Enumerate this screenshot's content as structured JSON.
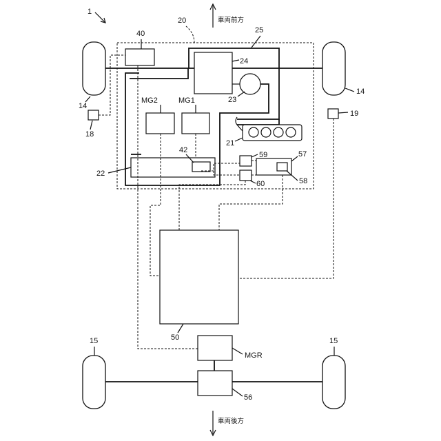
{
  "directions": {
    "front": "車両前方",
    "rear": "車両後方"
  },
  "labels": {
    "vehicle": "1",
    "front_wheel_left": "14",
    "front_wheel_right": "14",
    "rear_wheel_left": "15",
    "rear_wheel_right": "15",
    "front_unit": "20",
    "engine": "21",
    "transmission": "22",
    "pump": "23",
    "housing": "24",
    "case": "25",
    "ecu_front": "40",
    "sensor_42": "42",
    "battery": "50",
    "rear_diff": "56",
    "unit_57": "57",
    "sensor_58": "58",
    "sensor_59": "59",
    "sensor_60": "60",
    "sensor_18": "18",
    "sensor_19": "19",
    "mg1": "MG1",
    "mg2": "MG2",
    "mgr": "MGR"
  }
}
